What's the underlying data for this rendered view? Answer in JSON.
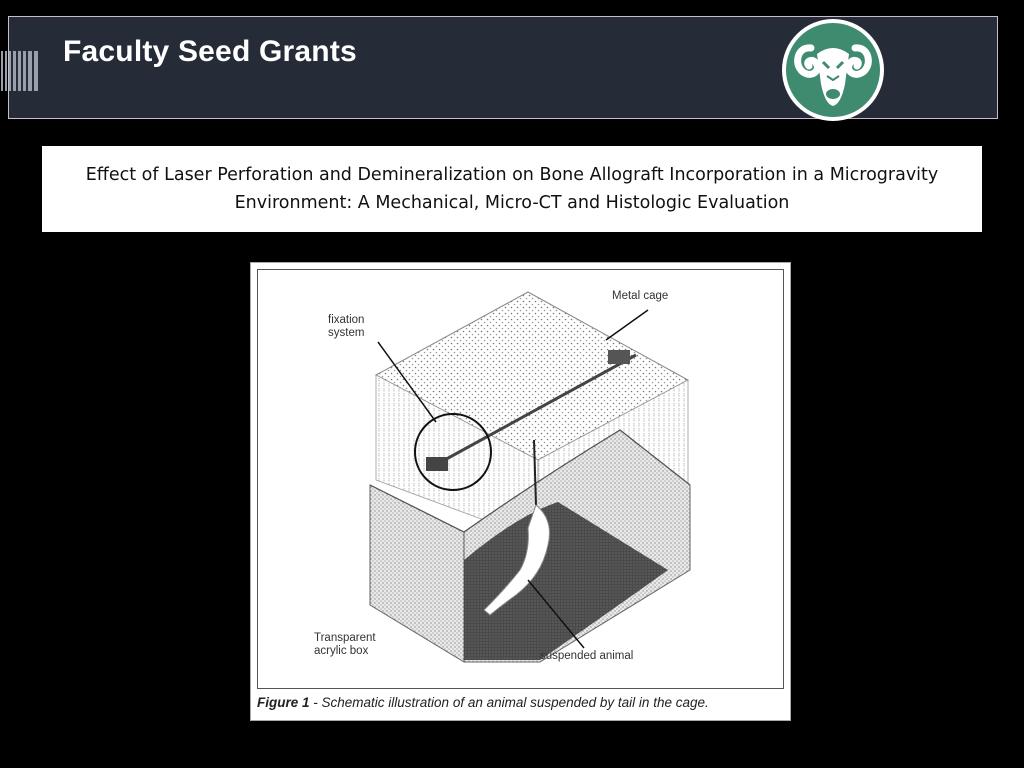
{
  "header": {
    "title": "Faculty Seed Grants",
    "logo_icon": "ram-head-logo-icon",
    "accent_color": "#3e8b6f",
    "bar_color": "#262b38"
  },
  "subtitle": {
    "line1": "Effect of Laser Perforation and Demineralization on Bone Allograft Incorporation in a Microgravity",
    "line2": "Environment:  A Mechanical, Micro-CT and Histologic Evaluation"
  },
  "figure": {
    "labels": {
      "metal_cage": "Metal cage",
      "fixation_line1": "fixation",
      "fixation_line2": "system",
      "acrylic_line1": "Transparent",
      "acrylic_line2": "acrylic box",
      "animal": "suspended animal"
    },
    "caption": {
      "prefix": "Figure 1",
      "text": " - Schematic illustration of an animal suspended by tail in the cage."
    }
  }
}
